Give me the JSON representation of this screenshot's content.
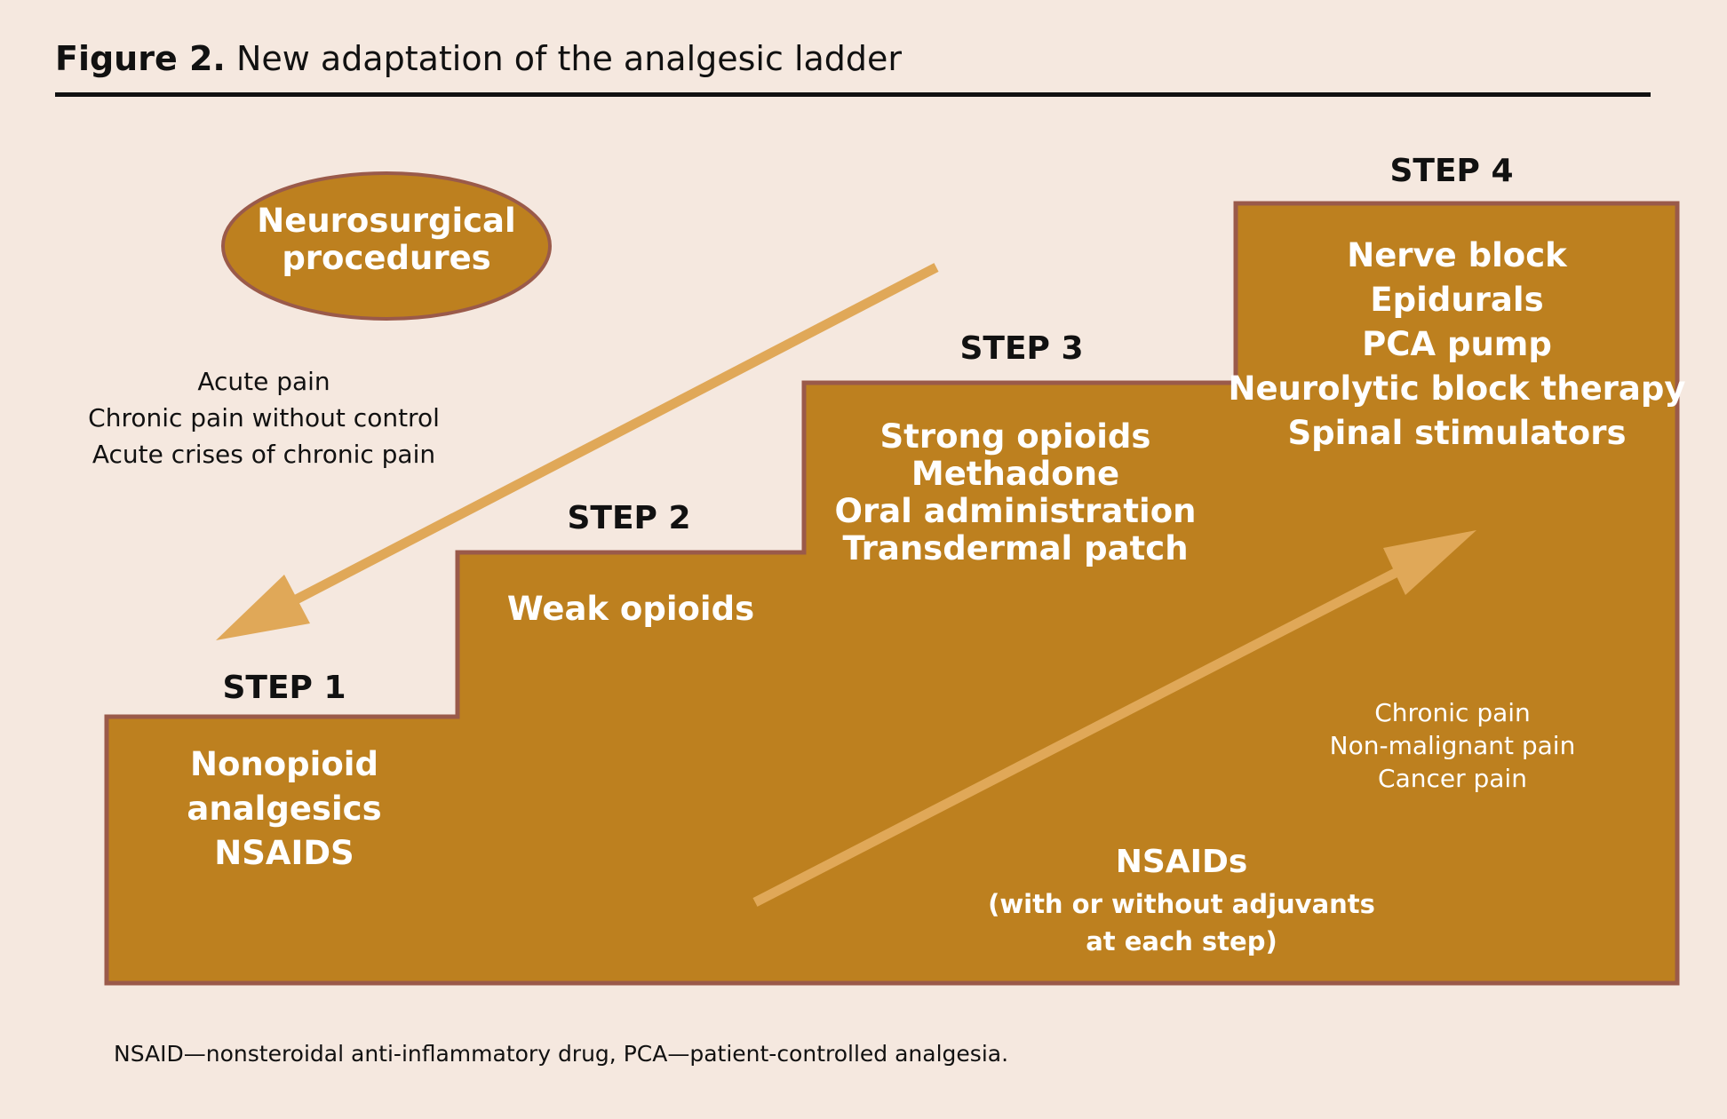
{
  "figure": {
    "label": "Figure 2.",
    "title": " New adaptation of the analgesic ladder"
  },
  "colors": {
    "background": "#f5e8df",
    "ladder_fill": "#bd801f",
    "ladder_outline": "#9a5a4a",
    "arrow": "#e0a858"
  },
  "oval": {
    "lines": [
      "Neurosurgical",
      "procedures"
    ]
  },
  "acute_notes": [
    "Acute pain",
    "Chronic pain without control",
    "Acute crises of chronic pain"
  ],
  "steps": [
    {
      "label": "STEP 1",
      "items": [
        "Nonopioid",
        "analgesics",
        "NSAIDS"
      ]
    },
    {
      "label": "STEP 2",
      "items": [
        "Weak opioids"
      ]
    },
    {
      "label": "STEP 3",
      "items": [
        "Strong opioids",
        "Methadone",
        "Oral administration",
        "Transdermal patch"
      ]
    },
    {
      "label": "STEP 4",
      "items": [
        "Nerve block",
        "Epidurals",
        "PCA pump",
        "Neurolytic block therapy",
        "Spinal stimulators"
      ]
    }
  ],
  "chronic_notes": [
    "Chronic pain",
    "Non-malignant pain",
    "Cancer pain"
  ],
  "nsaids": {
    "main": "NSAIDs",
    "sub": [
      "(with or without adjuvants",
      "at each step)"
    ]
  },
  "footnote": "NSAID—nonsteroidal anti-inflammatory drug, PCA—patient-controlled analgesia."
}
